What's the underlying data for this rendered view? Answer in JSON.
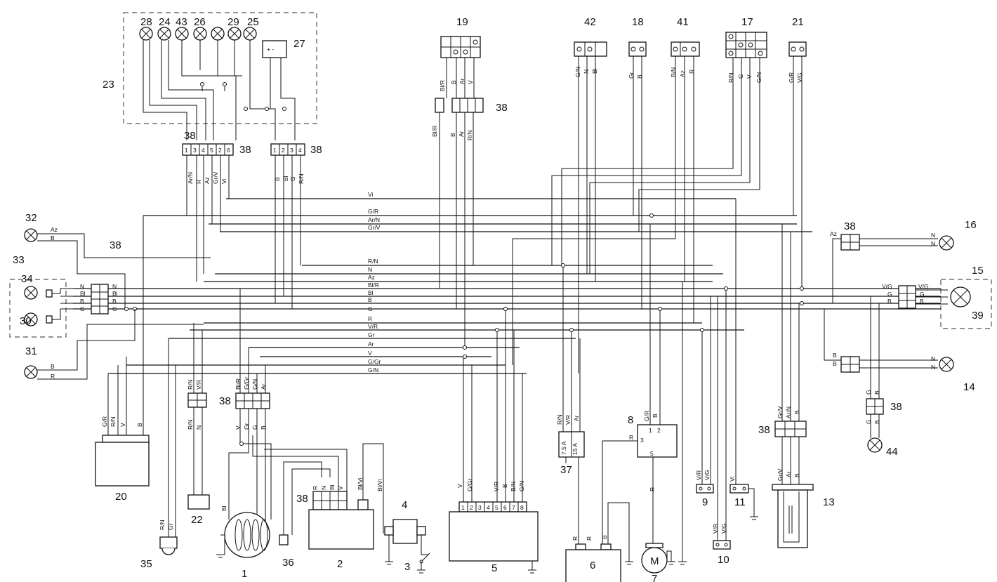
{
  "component_numbers": [
    "1",
    "2",
    "3",
    "4",
    "5",
    "6",
    "7",
    "8",
    "9",
    "10",
    "11",
    "13",
    "14",
    "15",
    "16",
    "17",
    "18",
    "19",
    "20",
    "21",
    "22",
    "23",
    "24",
    "25",
    "26",
    "27",
    "28",
    "29",
    "30",
    "31",
    "32",
    "33",
    "34",
    "35",
    "36",
    "37",
    "38",
    "39",
    "41",
    "42",
    "43",
    "44"
  ],
  "connector_label": "38",
  "main_bus_wires": [
    "Vi",
    "G/R",
    "Ar/N",
    "Gr/V",
    "R/N",
    "N",
    "Az",
    "Bl/R",
    "Bl",
    "B",
    "G",
    "R",
    "V/R",
    "Gr",
    "Ar",
    "V",
    "G/Gr",
    "G/N"
  ],
  "lamp_wires": {
    "l32": [
      "Az",
      "B"
    ],
    "l31": [
      "B",
      "R"
    ],
    "front_conn_left": [
      "N",
      "Bl",
      "B",
      "G"
    ],
    "front_conn_right": [
      "N",
      "Bl",
      "B",
      "G"
    ],
    "l16": [
      "N",
      "N"
    ],
    "l16_in": "Az",
    "l14": [
      "N",
      "N"
    ],
    "l14_in": [
      "B",
      "B"
    ],
    "rear_left": [
      "V/G",
      "G",
      "B"
    ],
    "rear_right": [
      "V/G",
      "G",
      "B"
    ]
  },
  "connector_pins": {
    "c38a": [
      "1",
      "3",
      "4",
      "5",
      "2",
      "6"
    ],
    "c38b": [
      "1",
      "2",
      "3",
      "4"
    ],
    "c5": [
      "1",
      "2",
      "3",
      "4",
      "5",
      "6",
      "7",
      "8"
    ]
  },
  "connector_wires": {
    "c38a": [
      "Ar/N",
      "R",
      "Az",
      "Gr/V",
      "Vi"
    ],
    "c38b": [
      "B",
      "Bl",
      "G",
      "R/N"
    ],
    "c19": [
      "Bl/R",
      "B",
      "Ar",
      "V"
    ],
    "c19_lower": [
      "Bl/R",
      "B",
      "Ar",
      "R/N"
    ],
    "c42": [
      "G/N",
      "N",
      "Bl"
    ],
    "c18": [
      "Gr",
      "B"
    ],
    "c41": [
      "B/N",
      "Az",
      "R"
    ],
    "c17": [
      "R/N",
      "G",
      "V",
      "G/N"
    ],
    "c21": [
      "G/R",
      "V/G"
    ],
    "c20": [
      "G/R",
      "R/N",
      "V",
      "B"
    ],
    "c22": [
      "R/N",
      "V/R",
      "R/N",
      "N"
    ],
    "c1": [
      "Bl/R",
      "G/Gr",
      "G/N",
      "Ar",
      "V",
      "Gr",
      "G",
      "B",
      "Bl"
    ],
    "c2": [
      "R",
      "N",
      "Bl",
      "V",
      "Bl/Vi",
      "Bl/Vi"
    ],
    "c35": [
      "R/N",
      "Gr"
    ],
    "c5": [
      "V",
      "G/Gr",
      "V/R",
      "B",
      "B/N",
      "G/N"
    ],
    "c37": [
      "R/N",
      "V/R",
      "Ar"
    ],
    "fuses": [
      "7.5 A",
      "15 A"
    ],
    "c8": [
      "G/R",
      "B"
    ],
    "c8_pins": [
      "1",
      "2",
      "3",
      "5"
    ],
    "c8_in": "R",
    "c8_out": "R",
    "c6": [
      "R",
      "R",
      "B"
    ],
    "c9": [
      "V/R",
      "V/G"
    ],
    "c10": [
      "V/R",
      "V/G"
    ],
    "c11": "Vi",
    "c13": [
      "Gr/V",
      "Ar/N",
      "B"
    ],
    "c13_lower": [
      "Gr/V",
      "Ar",
      "B"
    ],
    "c44": [
      "G",
      "B",
      "G",
      "B"
    ]
  },
  "meter_symbol": "M",
  "module27_terms": "+ -",
  "colors": {
    "line": "#111111",
    "dashed_frame": "#555555",
    "background": "#ffffff"
  },
  "icons": [
    "lamp-icon",
    "ground-icon",
    "coil-icon",
    "motor-icon",
    "switch-icon"
  ]
}
